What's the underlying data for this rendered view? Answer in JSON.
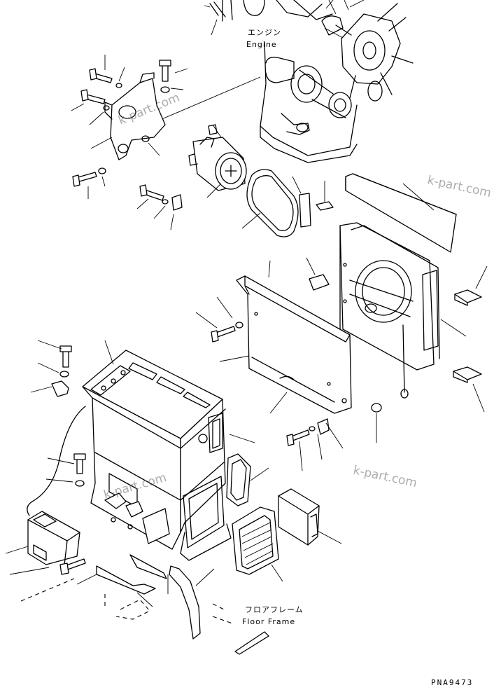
{
  "labels": {
    "engine_jp": "エンジン",
    "engine_en": "Engine",
    "floor_jp": "フロアフレーム",
    "floor_en": "Floor Frame"
  },
  "watermarks": [
    "k-part.com",
    "k-part.com",
    "k-part.com",
    "k-part.com"
  ],
  "drawing_code": "PNA9473"
}
